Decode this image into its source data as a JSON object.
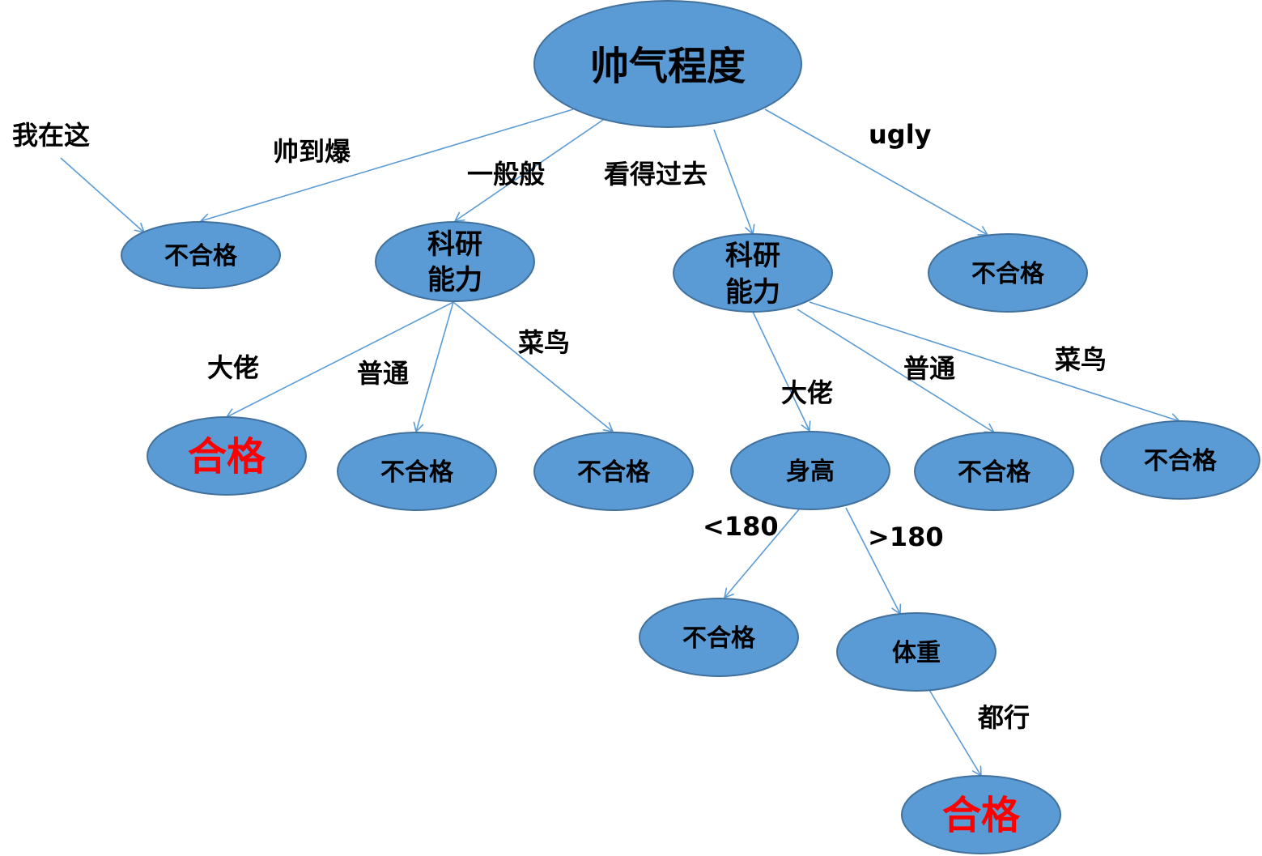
{
  "colors": {
    "node_fill": "#5b9bd5",
    "node_stroke": "#41719c",
    "edge": "#5b9bd5",
    "text": "#000000",
    "highlight_text": "#ff0000"
  },
  "nodes": {
    "root": {
      "lines": [
        "帅气程度"
      ]
    },
    "leaf_handsome": {
      "lines": [
        "不合格"
      ]
    },
    "research_1": {
      "lines": [
        "科研",
        "能力"
      ]
    },
    "research_2": {
      "lines": [
        "科研",
        "能力"
      ]
    },
    "leaf_ugly": {
      "lines": [
        "不合格"
      ]
    },
    "pass_1": {
      "lines": [
        "合格"
      ],
      "highlight": true
    },
    "leaf_normal_1": {
      "lines": [
        "不合格"
      ]
    },
    "leaf_rookie_1": {
      "lines": [
        "不合格"
      ]
    },
    "height": {
      "lines": [
        "身高"
      ]
    },
    "leaf_normal_2": {
      "lines": [
        "不合格"
      ]
    },
    "leaf_rookie_2": {
      "lines": [
        "不合格"
      ]
    },
    "leaf_short": {
      "lines": [
        "不合格"
      ]
    },
    "weight": {
      "lines": [
        "体重"
      ]
    },
    "pass_2": {
      "lines": [
        "合格"
      ],
      "highlight": true
    }
  },
  "edge_labels": {
    "me_here": "我在这",
    "handsome": "帅到爆",
    "average": "一般般",
    "acceptable": "看得过去",
    "ugly": "ugly",
    "expert_1": "大佬",
    "normal_1": "普通",
    "rookie_1": "菜鸟",
    "expert_2": "大佬",
    "normal_2": "普通",
    "rookie_2": "菜鸟",
    "short": "<180",
    "tall": ">180",
    "any": "都行"
  }
}
